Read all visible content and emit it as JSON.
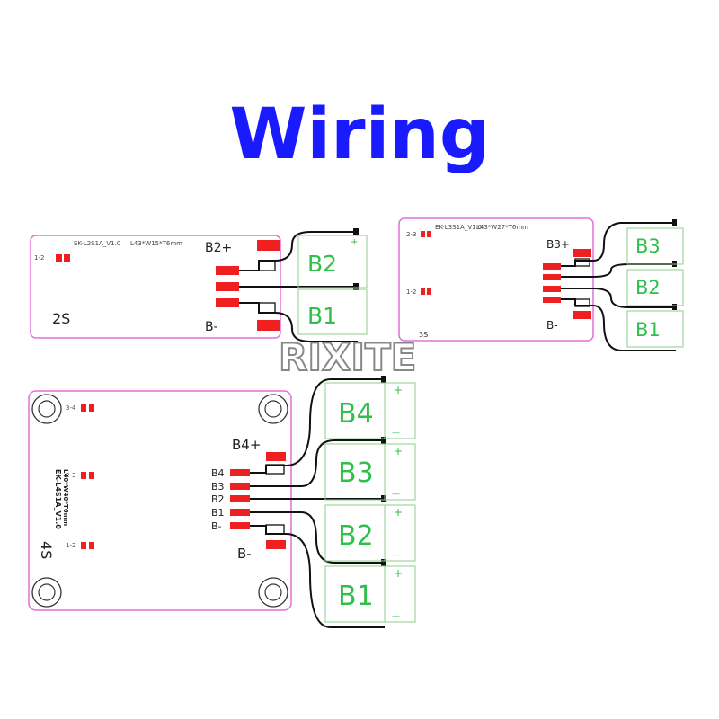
{
  "title": "Wiring",
  "colors": {
    "title": "#1a1aff",
    "board_outline": "#e070d8",
    "pad": "#ee2020",
    "wire": "#111111",
    "cell_label": "#2fbf4a",
    "cell_border": "#8ccf8c",
    "watermark": "#888888"
  },
  "watermark": "RIXITE",
  "board_2s": {
    "model": "EK-L2S1A_V1.0",
    "dims": "L43*W15*T6mm",
    "name": "2S",
    "led": "1-2",
    "pos_label": "B2+",
    "neg_label": "B-",
    "cells": [
      "B2",
      "B1"
    ]
  },
  "board_3s": {
    "model": "EK-L3S1A_V1.0",
    "dims": "L43*W27*T6mm",
    "name": "3S",
    "leds": [
      "2-3",
      "1-2"
    ],
    "pos_label": "B3+",
    "neg_label": "B-",
    "cells": [
      "B3",
      "B2",
      "B1"
    ]
  },
  "board_4s": {
    "model": "EK-L4S1A_V1.0",
    "dims": "L40*W40*T6mm",
    "name": "4S",
    "leds": [
      "3-4",
      "2-3",
      "1-2"
    ],
    "pos_label": "B4+",
    "neg_label": "B-",
    "taps": [
      "B4",
      "B3",
      "B2",
      "B1",
      "B-"
    ],
    "cells": [
      "B4",
      "B3",
      "B2",
      "B1"
    ]
  },
  "cell_plus": "+",
  "cell_minus": "—"
}
